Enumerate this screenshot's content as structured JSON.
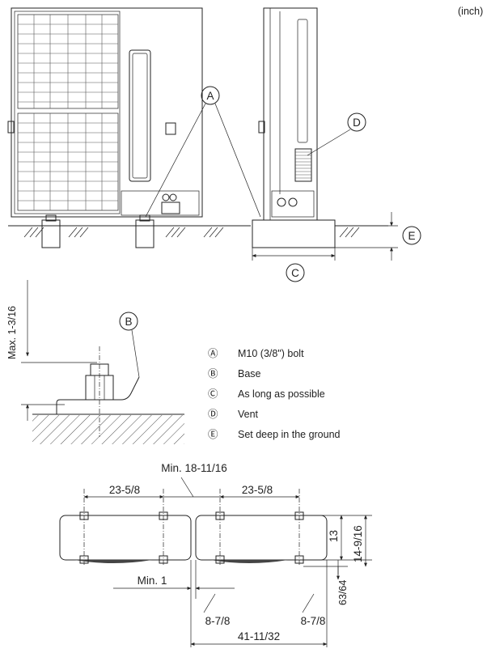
{
  "unit_note": "(inch)",
  "callouts": {
    "A": "A",
    "B": "B",
    "C": "C",
    "D": "D",
    "E": "E"
  },
  "legend": [
    {
      "symbol": "Ⓐ",
      "text": "M10 (3/8\") bolt"
    },
    {
      "symbol": "Ⓑ",
      "text": "Base"
    },
    {
      "symbol": "Ⓒ",
      "text": "As long as possible"
    },
    {
      "symbol": "Ⓓ",
      "text": "Vent"
    },
    {
      "symbol": "Ⓔ",
      "text": "Set deep in the ground"
    }
  ],
  "bolt_detail": {
    "max_height": "Max. 1-3/16"
  },
  "dimensions": {
    "min_spacing": "Min. 18-11/16",
    "bolt_pitch_left": "23-5/8",
    "bolt_pitch_right": "23-5/8",
    "depth_13": "13",
    "depth_total": "14-9/16",
    "min_gap": "Min. 1",
    "offset_small": "63/64",
    "foot_left": "8-7/8",
    "foot_right": "8-7/8",
    "overall": "41-11/32"
  }
}
